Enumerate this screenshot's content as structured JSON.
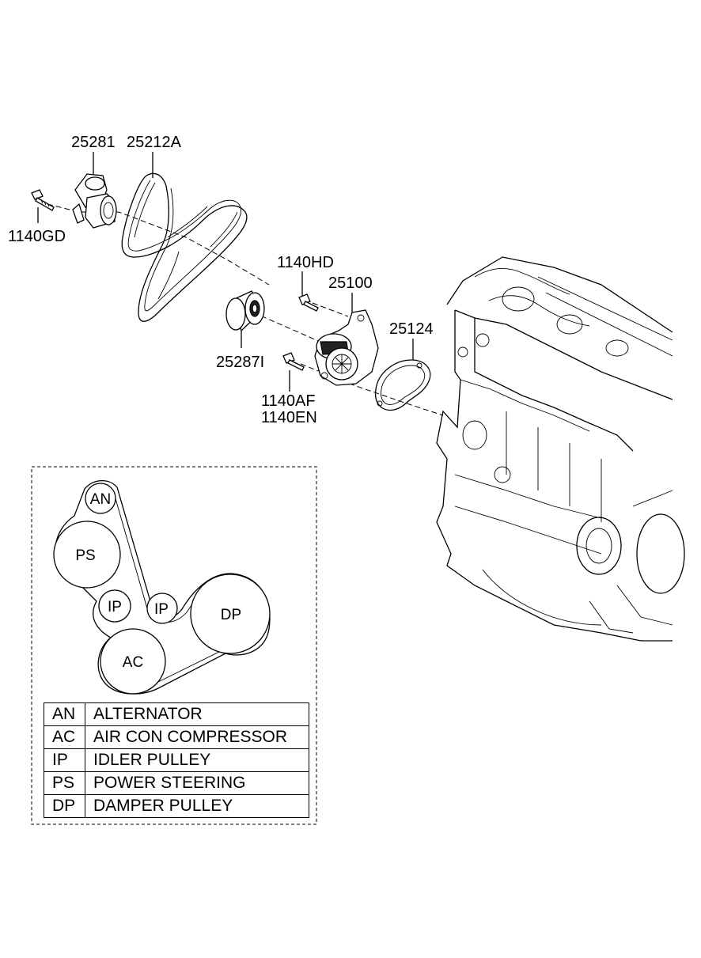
{
  "part_labels": {
    "tensioner": "25281",
    "belt": "25212A",
    "tensioner_bolt": "1140GD",
    "pump_bolt_upper": "1140HD",
    "water_pump": "25100",
    "idler_pulley": "25287I",
    "gasket": "25124",
    "pump_bolt_lower_a": "1140AF",
    "pump_bolt_lower_b": "1140EN"
  },
  "belt_routing": {
    "pulleys": {
      "an": "AN",
      "ps": "PS",
      "ip_left": "IP",
      "ip_right": "IP",
      "dp": "DP",
      "ac": "AC"
    }
  },
  "legend": [
    {
      "code": "AN",
      "description": "ALTERNATOR"
    },
    {
      "code": "AC",
      "description": "AIR CON COMPRESSOR"
    },
    {
      "code": "IP",
      "description": "IDLER PULLEY"
    },
    {
      "code": "PS",
      "description": "POWER STEERING"
    },
    {
      "code": "DP",
      "description": "DAMPER PULLEY"
    }
  ]
}
